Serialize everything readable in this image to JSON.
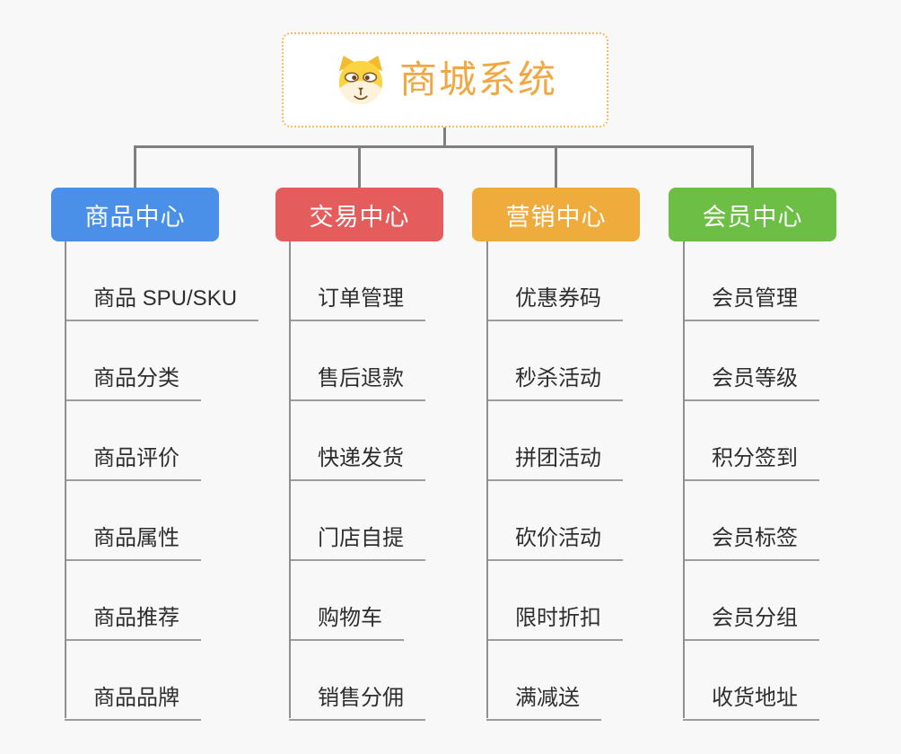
{
  "root": {
    "title": "商城系统",
    "icon": "dog-face-icon"
  },
  "branches": [
    {
      "label": "商品中心",
      "color": "#4a90e8",
      "items": [
        "商品 SPU/SKU",
        "商品分类",
        "商品评价",
        "商品属性",
        "商品推荐",
        "商品品牌"
      ]
    },
    {
      "label": "交易中心",
      "color": "#e45c5c",
      "items": [
        "订单管理",
        "售后退款",
        "快递发货",
        "门店自提",
        "购物车",
        "销售分佣"
      ]
    },
    {
      "label": "营销中心",
      "color": "#efac3d",
      "items": [
        "优惠券码",
        "秒杀活动",
        "拼团活动",
        "砍价活动",
        "限时折扣",
        "满减送"
      ]
    },
    {
      "label": "会员中心",
      "color": "#6cbe45",
      "items": [
        "会员管理",
        "会员等级",
        "积分签到",
        "会员标签",
        "会员分组",
        "收货地址"
      ]
    }
  ],
  "colors": {
    "background": "#f8f8f8",
    "connector": "#7f7f7f",
    "underline": "#9c9c9c",
    "leaf_text": "#2e2e2e",
    "root_text": "#f0a843",
    "root_border": "#f0bc66"
  }
}
